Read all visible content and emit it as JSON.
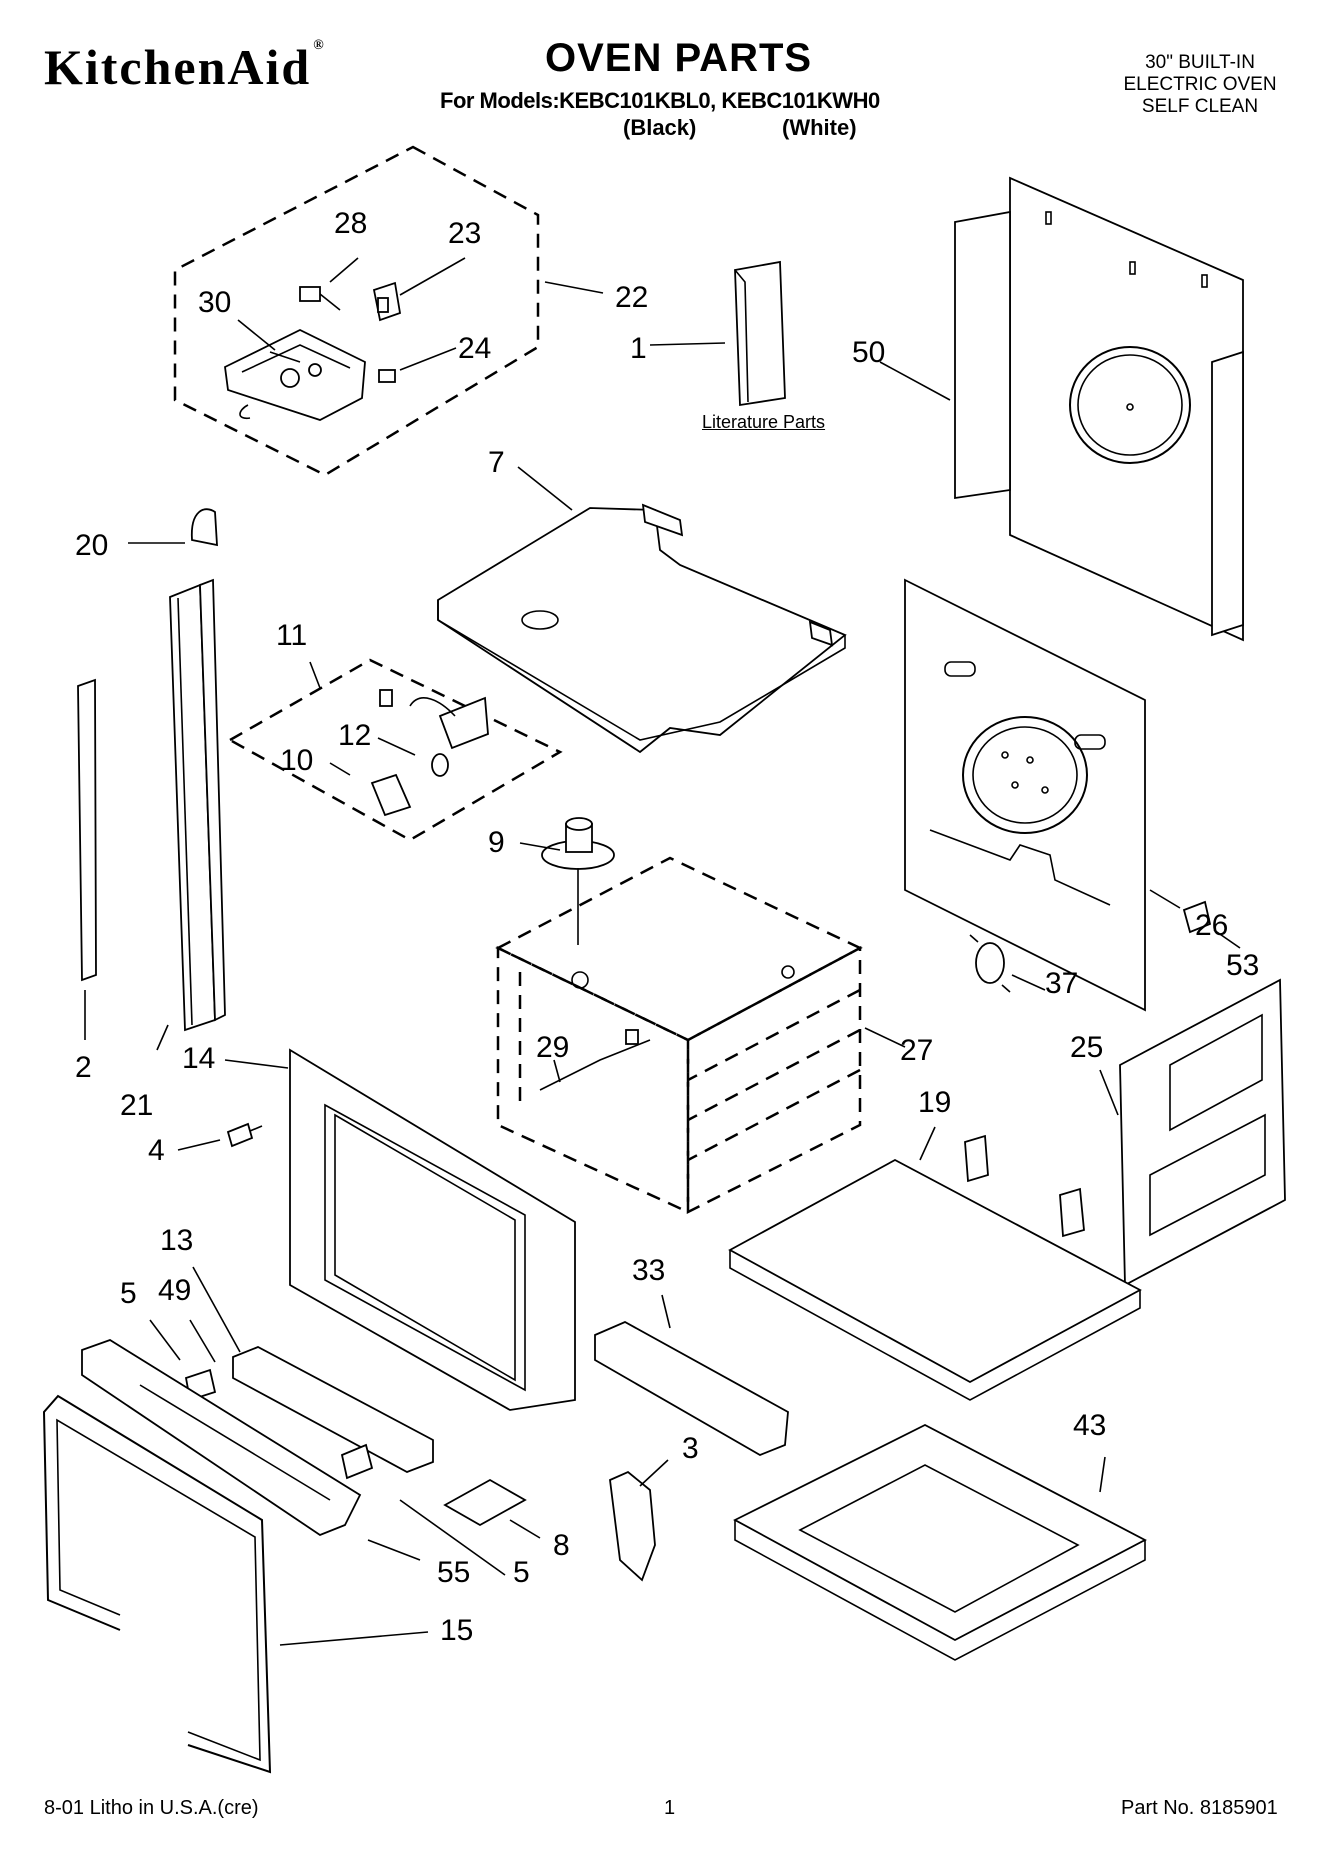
{
  "header": {
    "brand": "KitchenAid",
    "brand_mark": "®",
    "title": "OVEN PARTS",
    "models_line": "For Models:KEBC101KBL0, KEBC101KWH0",
    "color_black": "(Black)",
    "color_white": "(White)",
    "description": [
      "30\" BUILT-IN",
      "ELECTRIC OVEN",
      "SELF CLEAN"
    ]
  },
  "literature_label": "Literature Parts",
  "callouts": [
    "28",
    "23",
    "30",
    "22",
    "24",
    "1",
    "50",
    "7",
    "20",
    "11",
    "12",
    "10",
    "9",
    "53",
    "26",
    "37",
    "2",
    "21",
    "14",
    "29",
    "27",
    "25",
    "4",
    "19",
    "13",
    "5",
    "49",
    "33",
    "3",
    "43",
    "8",
    "55",
    "5",
    "15"
  ],
  "footer": {
    "left": "8-01 Litho in U.S.A.(cre)",
    "center": "1",
    "right": "Part No. 8185901"
  },
  "colors": {
    "ink": "#000000",
    "paper": "#ffffff"
  }
}
